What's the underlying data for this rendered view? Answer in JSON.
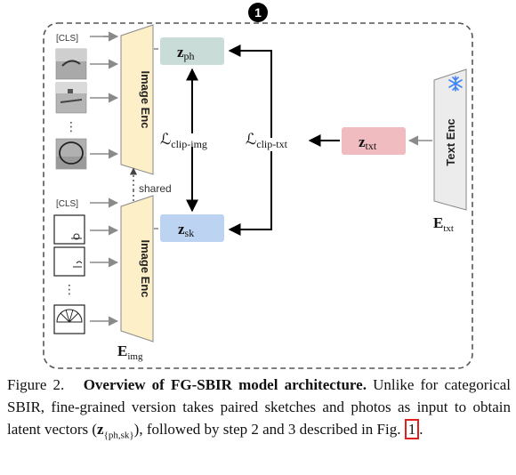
{
  "figure": {
    "step_number": "1",
    "image_encoder": {
      "label": "Image Enc",
      "name_main": "E",
      "name_sub": "img"
    },
    "text_encoder": {
      "label": "Text Enc",
      "name_main": "E",
      "name_sub": "txt",
      "frozen_icon": "snowflake-icon"
    },
    "tokens": {
      "photo_cls": "[CLS]",
      "sketch_cls": "[CLS]"
    },
    "shared_label": "shared",
    "ellipsis": "⋮",
    "latents": {
      "photo": {
        "main": "z",
        "sub": "ph"
      },
      "sketch": {
        "main": "z",
        "sub": "sk"
      },
      "text": {
        "main": "z",
        "sub": "txt"
      }
    },
    "losses": {
      "img": {
        "main": "ℒ",
        "sub": "clip-img"
      },
      "txt": {
        "main": "ℒ",
        "sub": "clip-txt"
      }
    }
  },
  "caption": {
    "prefix": "Figure 2.",
    "title": "Overview of FG-SBIR model architecture.",
    "body_1": "Unlike for categorical SBIR, fine-grained version takes paired sketches and photos as input to obtain latent vectors (",
    "vec_main": "z",
    "vec_sub": "{ph,sk}",
    "body_2": "), followed by step 2 and 3 described in Fig.",
    "fig_ref": "1",
    "end": "."
  },
  "colors": {
    "photo_latent": "#c9dcd8",
    "sketch_latent": "#bcd3f2",
    "text_latent": "#f0bcc0",
    "image_encoder": "#fdefc8",
    "text_encoder": "#ececec",
    "snowflake": "#3b82f6",
    "caption_link_box": "#e02020"
  }
}
